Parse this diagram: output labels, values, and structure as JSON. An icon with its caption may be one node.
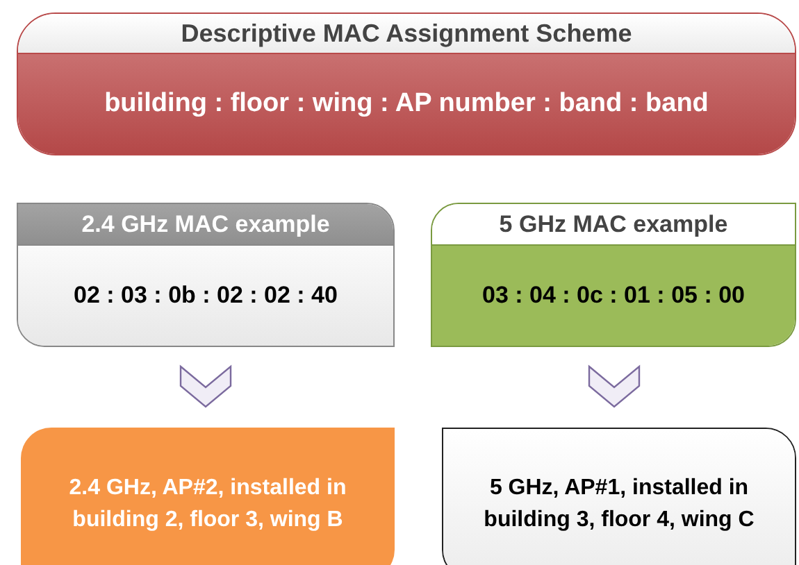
{
  "diagram": {
    "nodes": [
      {
        "text": [
          "Descriptive MAC Assignment Scheme",
          "building : floor : wing : AP number : band : band"
        ]
      },
      {
        "text": [
          "2.4 GHz MAC example",
          "02 : 03 : 0b : 02 : 02 : 40"
        ]
      },
      {
        "text": [
          "5 GHz MAC example",
          "03 : 04 : 0c : 01 : 05 : 00"
        ]
      },
      {
        "text": [
          "2.4 GHz, AP#2, installed in building 2, floor 3, wing B"
        ]
      },
      {
        "text": [
          "5 GHz, AP#1, installed in building 3, floor 4, wing C"
        ]
      }
    ],
    "edges": [
      {
        "from": 1,
        "to": 3,
        "arrow": "to"
      },
      {
        "from": 2,
        "to": 4,
        "arrow": "to"
      }
    ]
  }
}
